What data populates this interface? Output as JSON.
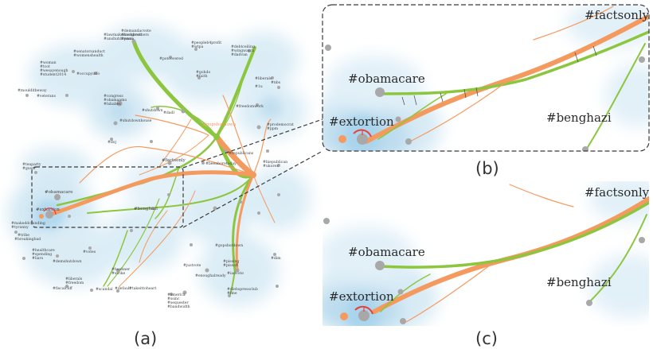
{
  "colors": {
    "orange": "#f59a5f",
    "green": "#8cc63f",
    "blob": "#cfe6f3",
    "blob_dark": "#a9d4ec",
    "node": "#a8a8a8",
    "frame": "#3a3a3a"
  },
  "captions": {
    "a": "(a)",
    "b": "(b)",
    "c": "(c)"
  },
  "panel_a": {
    "center_label": "#gopshutdown",
    "hub_labels": [
      "#factsonly",
      "#obamacare",
      "#extortion",
      "#benghazi"
    ],
    "labels": [
      "#demandacvote",
      "#kochbrothers",
      "#pnsa",
      "#lawmakercongress",
      "#unshutdownna",
      "#peopleb4profit",
      "#wtpa",
      "#debtceiling",
      "#wingwatch",
      "#dadvan",
      "#senatorsanduct",
      "#womenshealth",
      "#potcovered",
      "#woman",
      "#tcot",
      "#wesayenough",
      "#student2014",
      "#occupyinfo",
      "#gohdo",
      "#faith",
      "#moulditbeway",
      "#veterans",
      "#congress",
      "#obamaamo",
      "#tsbabes",
      "#freedomwork",
      "#shutdown",
      "#dadl",
      "#shutdownhouse",
      "#liberals",
      "#nbs",
      "#1u",
      "#prodemocrat",
      "#ppm",
      "#republicans",
      "#doj",
      "#beenboretoday",
      "#hiepublican",
      "#ukorex",
      "#teaparty",
      "#gusar",
      "#makeddcfunding",
      "#tyranny",
      "#tribe",
      "#breakingbad",
      "#healthcare",
      "#spending",
      "#liars",
      "#votes",
      "#demshutdown",
      "#boehner",
      "#strike",
      "#liberals",
      "#freedom",
      "#scandal",
      "#default",
      "#takeittoheart",
      "#fiscalcliff",
      "#gopshutdown",
      "#justvote",
      "#pissing",
      "#dim",
      "#enoughalready",
      "#pissoff",
      "#iadvote",
      "#dlebspressclub",
      "#america",
      "#fine",
      "#ssinc",
      "#sequester",
      "#bandwidth"
    ]
  },
  "panel_b": {
    "labels": {
      "factsonly": "#factsonly",
      "obamacare": "#obamacare",
      "extortion": "#extortion",
      "benghazi": "#benghazi"
    }
  },
  "panel_c": {
    "labels": {
      "factsonly": "#factsonly",
      "obamacare": "#obamacare",
      "extortion": "#extortion",
      "benghazi": "#benghazi"
    }
  }
}
